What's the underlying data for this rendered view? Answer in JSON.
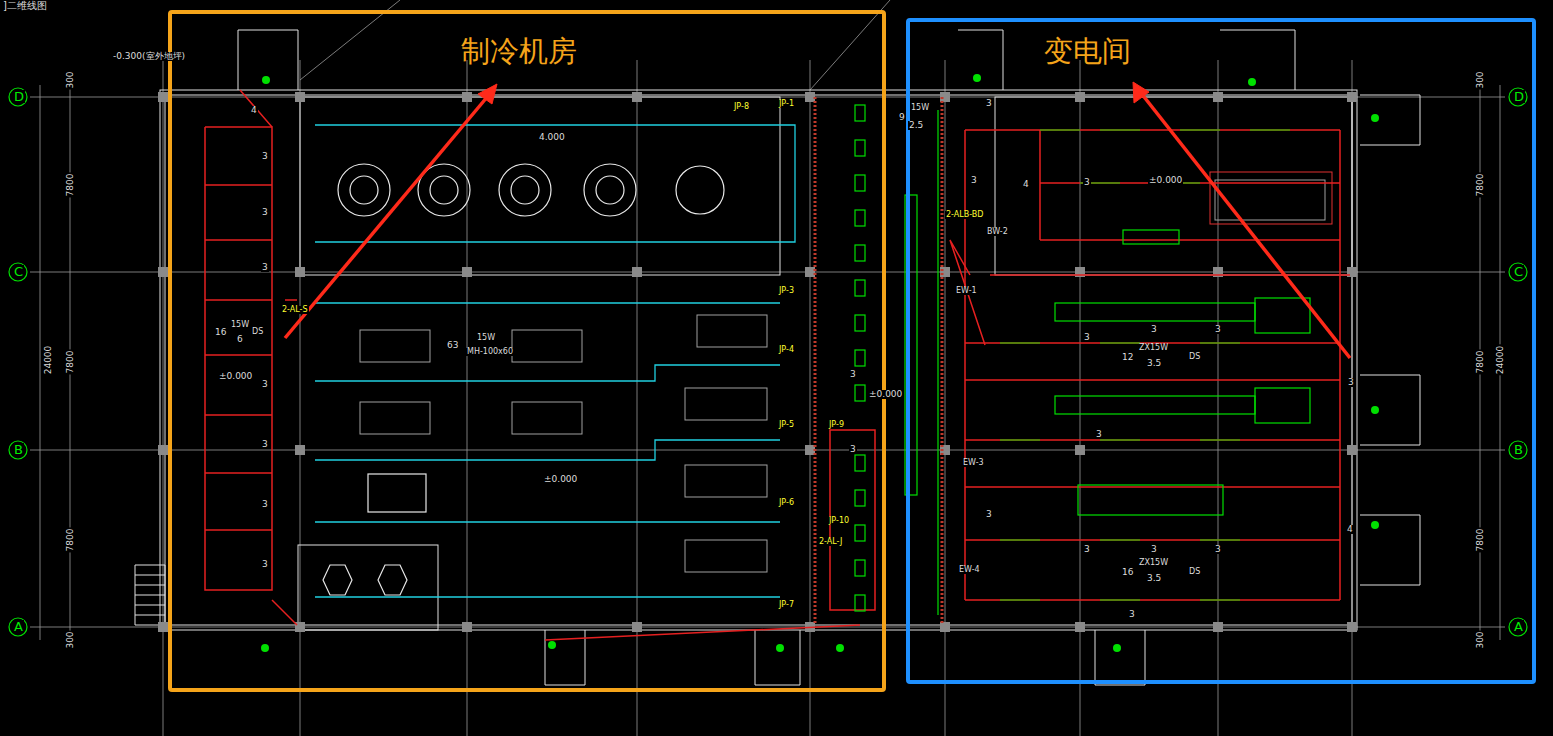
{
  "diagram": {
    "nodes": [
      {
        "text": [
          "制冷机房"
        ]
      },
      {
        "text": [
          "变电间"
        ]
      }
    ],
    "labels": [
      "]二维线图",
      "-0.300(室外地坪)",
      "D",
      "D",
      "C",
      "C",
      "B",
      "B",
      "A",
      "A",
      "300",
      "7800",
      "7800",
      "7800",
      "300",
      "24000",
      "300",
      "7800",
      "7800",
      "7800",
      "300",
      "24000",
      "4.000",
      "±0.000",
      "±0.000",
      "±0.000",
      "±0.000",
      "JP-1",
      "JP-8",
      "JP-3",
      "JP-4",
      "JP-5",
      "JP-6",
      "JP-7",
      "JP-9",
      "JP-10",
      "2-AL-J",
      "2-AL-S",
      "2-ALB-BD",
      "EW-1",
      "BW-2",
      "EW-3",
      "EW-4",
      "9",
      "15W",
      "2.5",
      "16",
      "15W",
      "6",
      "DS",
      "63",
      "15W",
      "MH-100x60",
      "12",
      "ZX15W",
      "3.5",
      "DS",
      "16",
      "ZX15W",
      "3.5",
      "DS",
      "3",
      "3",
      "3",
      "3",
      "3",
      "3",
      "3",
      "3",
      "3",
      "3",
      "3",
      "3",
      "3",
      "3",
      "3",
      "3",
      "3",
      "3",
      "3",
      "3",
      "3",
      "3",
      "4",
      "4",
      "4"
    ]
  }
}
